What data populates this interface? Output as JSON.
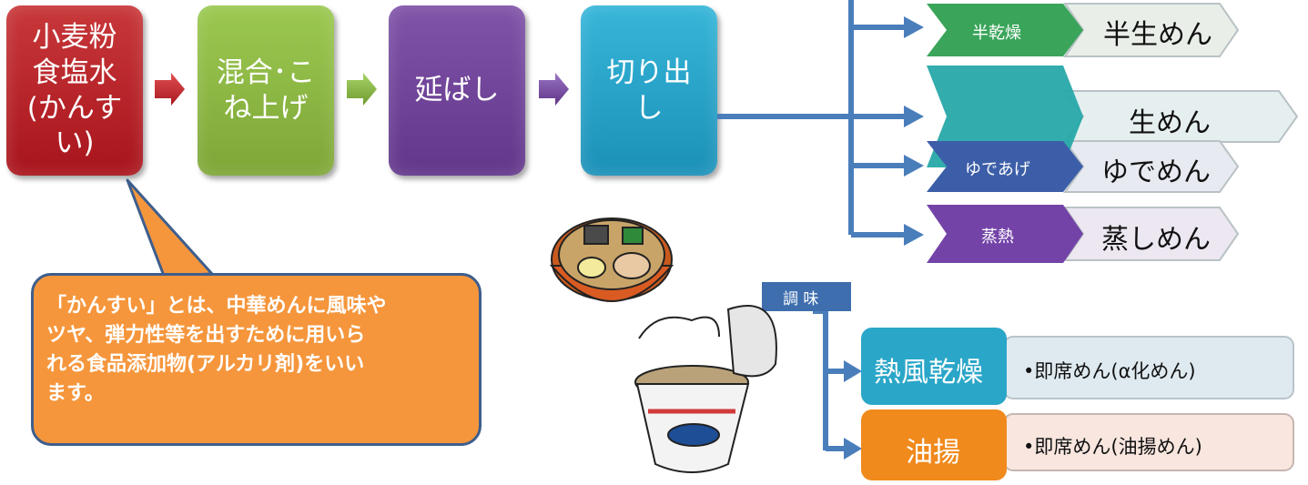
{
  "flow": {
    "box1": "小麦粉\n食塩水\n(かんす\nい)",
    "box2": "混合･こ\nね上げ",
    "box3": "延ばし",
    "box4": "切り出\nし"
  },
  "callout": "「かんすい」とは、中華めんに風味や\nツヤ、弾力性等を出すために用いら\nれる食品添加物(アルカリ剤)をいい\nます。",
  "branches": [
    {
      "process": "半乾燥",
      "product": "半生めん",
      "color": "#3aa55a"
    },
    {
      "process": "",
      "product": "生めん",
      "color": "#27a8a8"
    },
    {
      "process": "ゆであげ",
      "product": "ゆでめん",
      "color": "#3c5ea8"
    },
    {
      "process": "蒸熱",
      "product": "蒸しめん",
      "color": "#7343a8"
    }
  ],
  "seasoning": {
    "label": "調  味",
    "rows": [
      {
        "process": "熱風乾燥",
        "product": "•即席めん(α化めん)",
        "color": "#2aa6c8"
      },
      {
        "process": "油揚",
        "product": "•即席めん(油揚めん)",
        "color": "#f08a1c"
      }
    ]
  },
  "colors": {
    "connector": "#4a7ebb",
    "callout_fill": "#f5963c",
    "callout_border": "#3e5e8d"
  },
  "icons": [
    "ramen-bowl-illustration",
    "instant-cup-noodle-illustration"
  ]
}
